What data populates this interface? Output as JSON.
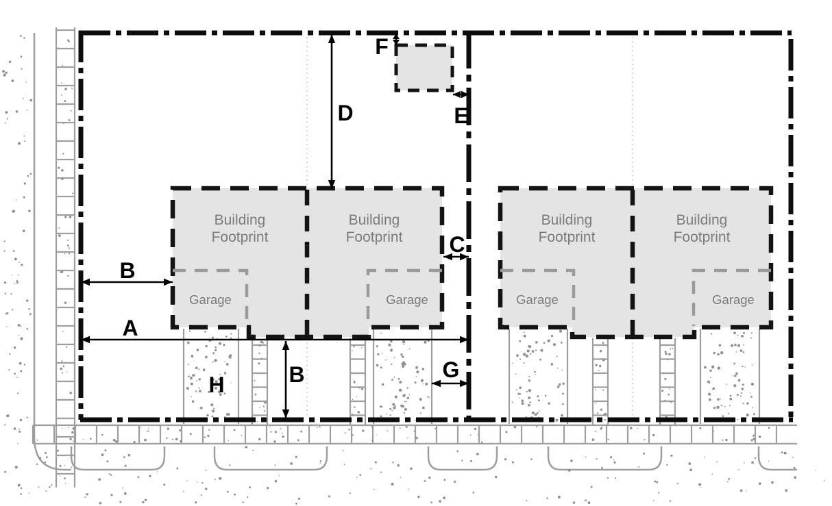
{
  "diagram": {
    "type": "site-plan-setback-diagram",
    "labels": {
      "building_footprint_line1": "Building",
      "building_footprint_line2": "Footprint",
      "garage": "Garage"
    },
    "dimensions": {
      "a": "A",
      "b_side": "B",
      "b_rear": "B",
      "c": "C",
      "d": "D",
      "e": "E",
      "f": "F",
      "g": "G",
      "h": "H"
    }
  },
  "colors": {
    "background": "#ffffff",
    "boundary_line": "#0d0d0d",
    "building_fill": "#e4e4e4",
    "building_outline": "#141414",
    "garage_outline": "#9a9a9a",
    "label_gray": "#7b7b7b",
    "dimension_black": "#000000",
    "street_gray": "#9e9e9e",
    "stipple_gray": "#8f8f8f",
    "faint_line": "#cccccc"
  }
}
